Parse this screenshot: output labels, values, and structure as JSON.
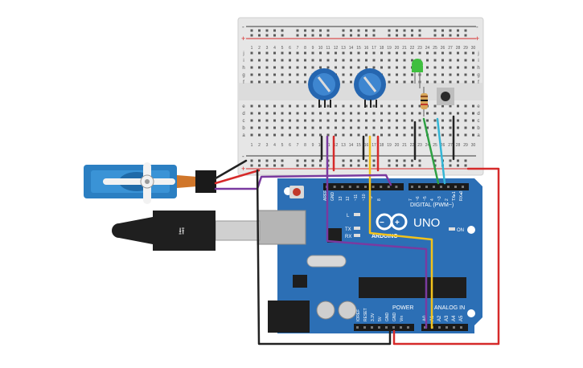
{
  "breadboard": {
    "col_numbers": [
      "1",
      "2",
      "3",
      "4",
      "5",
      "6",
      "7",
      "8",
      "9",
      "10",
      "11",
      "12",
      "13",
      "14",
      "15",
      "16",
      "17",
      "18",
      "19",
      "20",
      "21",
      "22",
      "23",
      "24",
      "25",
      "26",
      "27",
      "28",
      "29",
      "30"
    ],
    "rows_top": [
      "j",
      "i",
      "h",
      "g",
      "f"
    ],
    "rows_bottom": [
      "e",
      "d",
      "c",
      "b",
      "a"
    ],
    "rail_plus": "+",
    "rail_minus": "-"
  },
  "arduino": {
    "brand": "ARDUINO",
    "model": "UNO",
    "digital_label": "DIGITAL (PWM~)",
    "power_label": "POWER",
    "analog_label": "ANALOG IN",
    "on_label": "ON",
    "tx_label": "TX",
    "rx_label": "RX",
    "l_label": "L",
    "digital_pins": [
      "AREF",
      "GND",
      "13",
      "12",
      "~11",
      "~10",
      "~9",
      "8",
      "7",
      "~6",
      "~5",
      "4",
      "~3",
      "2",
      "TX▸1",
      "RX◂0"
    ],
    "power_pins": [
      "IOREF",
      "RESET",
      "3.3V",
      "5V",
      "GND",
      "GND",
      "Vin"
    ],
    "analog_pins": [
      "A0",
      "A1",
      "A2",
      "A3",
      "A4",
      "A5"
    ]
  },
  "colors": {
    "board": "#2c6fb5",
    "breadboard": "#e6e6e6",
    "wire_red": "#d62a2a",
    "wire_black": "#222222",
    "wire_purple": "#7a3aa0",
    "wire_yellow": "#f2c21b",
    "wire_green": "#2ea043",
    "wire_cyan": "#34b6d6",
    "servo": "#2b7fc2",
    "led": "#3fbf3f"
  }
}
